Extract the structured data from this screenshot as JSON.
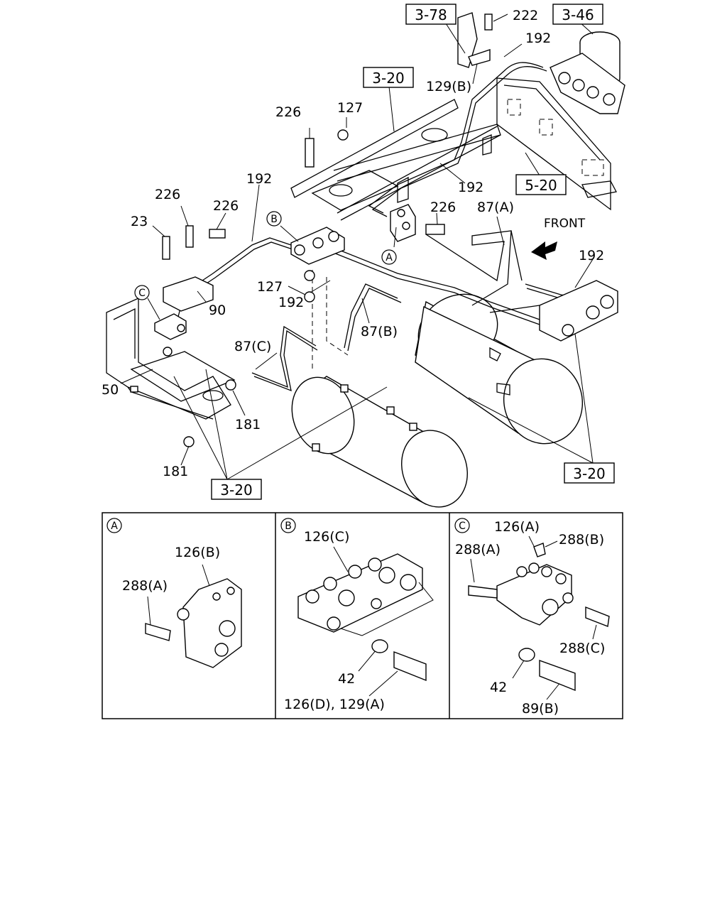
{
  "ref_boxes": {
    "r378": "3-78",
    "r346": "3-46",
    "r320_top": "3-20",
    "r520": "5-20",
    "r320_right": "3-20",
    "r320_bottom": "3-20"
  },
  "labels": {
    "l222": "222",
    "l192_top": "192",
    "l129b": "129(B)",
    "l226_a": "226",
    "l127_a": "127",
    "l192_b": "192",
    "l192_c": "192",
    "l226_b": "226",
    "l226_c": "226",
    "l23": "23",
    "l226_d": "226",
    "l87a": "87(A)",
    "front": "FRONT",
    "l192_d": "192",
    "l127_b": "127",
    "l90": "90",
    "l192_e": "192",
    "l87b": "87(B)",
    "l87c": "87(C)",
    "l50": "50",
    "l181_a": "181",
    "l181_b": "181"
  },
  "markers": {
    "A": "A",
    "B": "B",
    "C": "C"
  },
  "details": {
    "A": {
      "marker": "A",
      "l126b": "126(B)",
      "l288a": "288(A)"
    },
    "B": {
      "marker": "B",
      "l126c": "126(C)",
      "l42": "42",
      "l126d129a": "126(D), 129(A)"
    },
    "C": {
      "marker": "C",
      "l126a": "126(A)",
      "l288b": "288(B)",
      "l288a": "288(A)",
      "l288c": "288(C)",
      "l42": "42",
      "l89b": "89(B)"
    }
  }
}
